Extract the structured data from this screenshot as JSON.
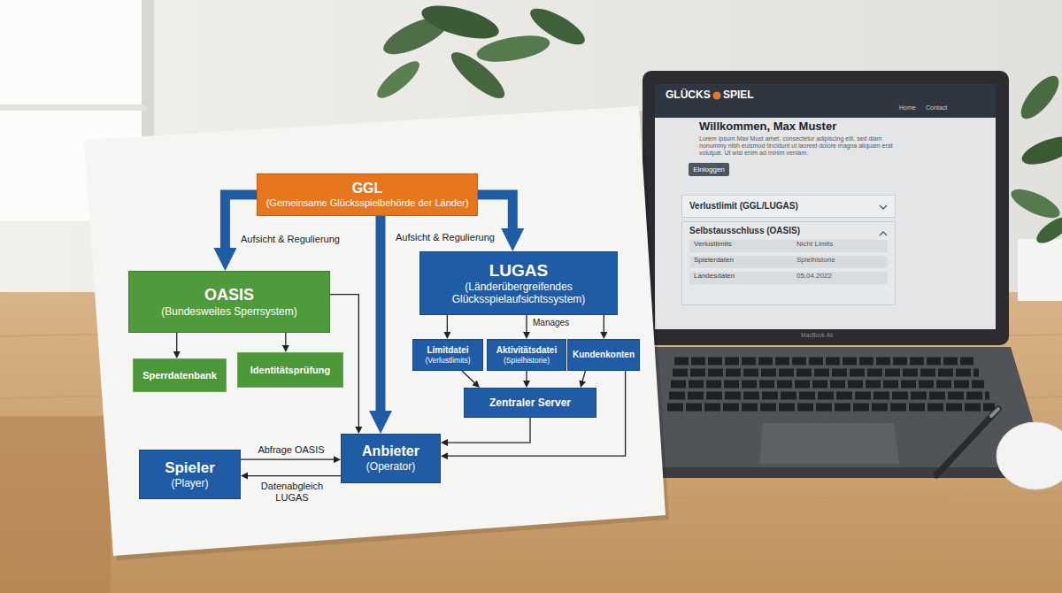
{
  "diagram": {
    "nodes": [
      {
        "text": [
          "GGL",
          "(Gemeinsame Glücksspielbehörde der Länder)"
        ]
      },
      {
        "text": [
          "OASIS",
          "(Bundesweites Sperrsystem)"
        ]
      },
      {
        "text": [
          "Sperrdatenbank"
        ]
      },
      {
        "text": [
          "Identitätsprüfung"
        ]
      },
      {
        "text": [
          "LUGAS",
          "(Länderübergreifendes Glücksspielaufsichtssystem)"
        ]
      },
      {
        "text": [
          "Limitdatei",
          "(Verlustlimits)"
        ]
      },
      {
        "text": [
          "Aktivitätsdatei",
          "(Spielhistorie)"
        ]
      },
      {
        "text": [
          "Kundenkonten"
        ]
      },
      {
        "text": [
          "Zentraler Server"
        ]
      },
      {
        "text": [
          "Spieler",
          "(Player)"
        ]
      },
      {
        "text": [
          "Anbieter",
          "(Operator)"
        ]
      },
      {
        "text": [
          "Einloggen"
        ]
      },
      {
        "text": [
          "Verlustlimit (GGL/LUGAS)"
        ]
      },
      {
        "text": [
          "Selbstausschluss (OASIS)"
        ]
      }
    ],
    "edges": [
      {
        "from": 0,
        "to": 1,
        "label": "Aufsicht & Regulierung",
        "arrow": "to"
      },
      {
        "from": 0,
        "to": 4,
        "label": "Aufsicht & Regulierung",
        "arrow": "to"
      },
      {
        "from": 0,
        "to": 10,
        "arrow": "to"
      },
      {
        "from": 1,
        "to": 2,
        "arrow": "to"
      },
      {
        "from": 1,
        "to": 3,
        "arrow": "to"
      },
      {
        "from": 1,
        "to": 10,
        "arrow": "to"
      },
      {
        "from": 4,
        "to": 5,
        "arrow": "to"
      },
      {
        "from": 4,
        "to": 6,
        "label": "Manages",
        "arrow": "to"
      },
      {
        "from": 4,
        "to": 7,
        "arrow": "to"
      },
      {
        "from": 5,
        "to": 8,
        "arrow": "to"
      },
      {
        "from": 6,
        "to": 8,
        "arrow": "to"
      },
      {
        "from": 7,
        "to": 8,
        "arrow": "to"
      },
      {
        "from": 8,
        "to": 10,
        "arrow": "to"
      },
      {
        "from": 7,
        "to": 10,
        "arrow": "to"
      },
      {
        "from": 9,
        "to": 10,
        "label": "Abfrage OASIS",
        "arrow": "to"
      },
      {
        "from": 10,
        "to": 9,
        "label": "Datenabgleich LUGAS",
        "arrow": "to"
      }
    ],
    "labels": [
      "GLÜCKS",
      "SPIEL",
      "Home",
      "Contact",
      "Willkommen, Max Muster",
      "Lorem ipsum Max Must amet, consectetur adipiscing elit, sed diam nonummy nibh euismod tincidunt ut laoreet dolore magna aliquam erat volutpat. Ut wisi enim ad minim veniam.",
      "Verlustlimits",
      "Nicht Limits",
      "Spielerdaten",
      "Spielhistorie",
      "Landesdaten",
      "05.04.2022",
      "MacBook Air"
    ]
  }
}
